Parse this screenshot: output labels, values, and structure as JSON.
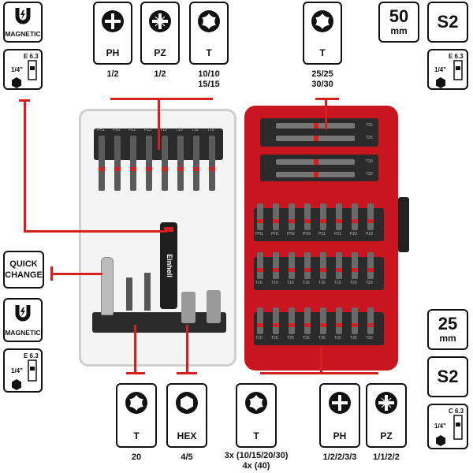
{
  "left_badges": {
    "magnetic_top": "MAGNETIC",
    "quick_change": "QUICK\nCHANGE",
    "magnetic_bottom": "MAGNETIC",
    "hex_size": "1/4\"",
    "hex_code": "E 6.3"
  },
  "top_boxes": [
    {
      "label": "PH",
      "caption": "1/2"
    },
    {
      "label": "PZ",
      "caption": "1/2"
    },
    {
      "label": "T",
      "caption": "10/10\n15/15"
    },
    {
      "label": "T",
      "caption": "25/25\n30/30"
    }
  ],
  "right_top": {
    "length_value": "50",
    "length_unit": "mm",
    "material": "S2",
    "hex_size": "1/4\"",
    "hex_code": "E 6.3"
  },
  "right_bottom": {
    "length_value": "25",
    "length_unit": "mm",
    "material": "S2",
    "hex_size": "1/4\"",
    "hex_code": "C 6.3"
  },
  "bottom_boxes": [
    {
      "label": "T",
      "caption": "20"
    },
    {
      "label": "HEX",
      "caption": "4/5"
    },
    {
      "label": "T",
      "caption": "3x (10/15/20/30)\n4x (40)"
    },
    {
      "label": "PH",
      "caption": "1/2/2/3/3"
    },
    {
      "label": "PZ",
      "caption": "1/1/2/2"
    }
  ],
  "brand": "Einhell",
  "tray_labels": {
    "left_top": [
      "PH1",
      "PH2",
      "PZ1",
      "PZ2",
      "T10",
      "T10",
      "T15",
      "T15"
    ],
    "right_rows": [
      [
        "PH1",
        "PH1",
        "PH2",
        "PH3",
        "PZ1",
        "PZ1",
        "PZ2",
        "PZ2"
      ],
      [
        "T10",
        "T10",
        "T10",
        "T15",
        "T15",
        "T15",
        "T20",
        "T20"
      ],
      [
        "T20",
        "T25",
        "T25",
        "T25",
        "T30",
        "T30",
        "T30",
        "T30"
      ]
    ],
    "right_long": [
      "T25",
      "T25",
      "T30",
      "T30"
    ]
  },
  "colors": {
    "accent": "#d62020",
    "case": "#c8151f"
  }
}
